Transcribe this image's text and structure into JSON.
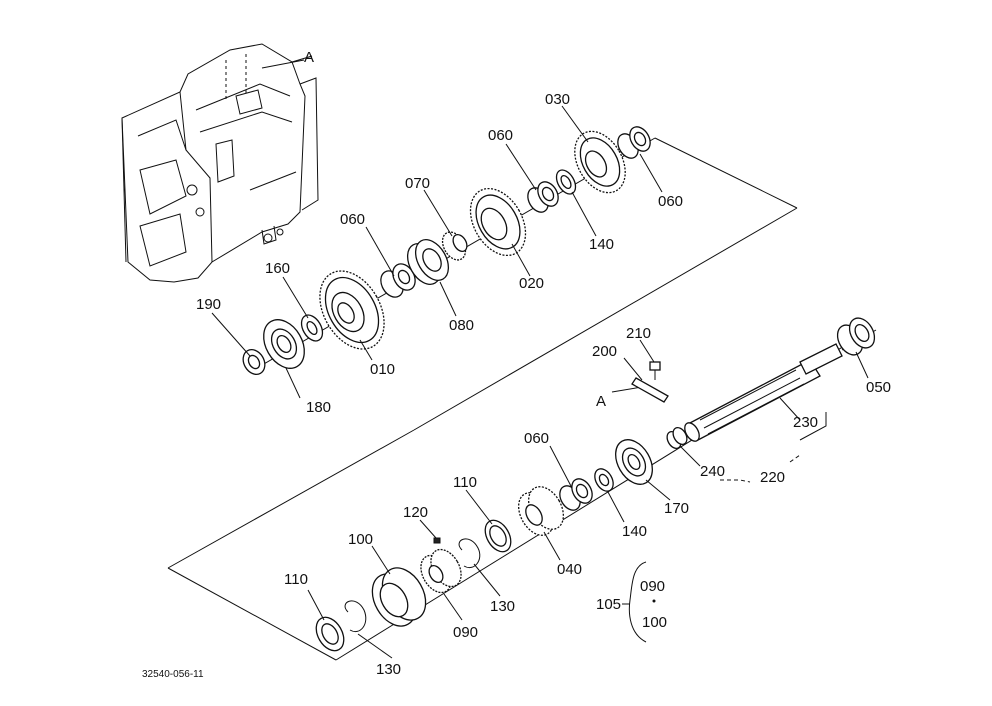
{
  "diagram": {
    "drawing_number": "32540-056-11",
    "labels": {
      "a_top": "A",
      "a_mid": "A",
      "p190": "190",
      "p160": "160",
      "p180": "180",
      "p010": "010",
      "p060_a": "060",
      "p080": "080",
      "p070": "070",
      "p020": "020",
      "p060_b": "060",
      "p030": "030",
      "p060_c": "060",
      "p140_a": "140",
      "p210": "210",
      "p200": "200",
      "p050": "050",
      "p230": "230",
      "p060_d": "060",
      "p170": "170",
      "p240": "240",
      "p220": "220",
      "p140_b": "140",
      "p110_a": "110",
      "p040": "040",
      "p120": "120",
      "p100": "100",
      "p130_a": "130",
      "p090": "090",
      "p110_b": "110",
      "p130_b": "130",
      "p105": "105",
      "p105_090": "090",
      "p105_100": "100"
    }
  }
}
